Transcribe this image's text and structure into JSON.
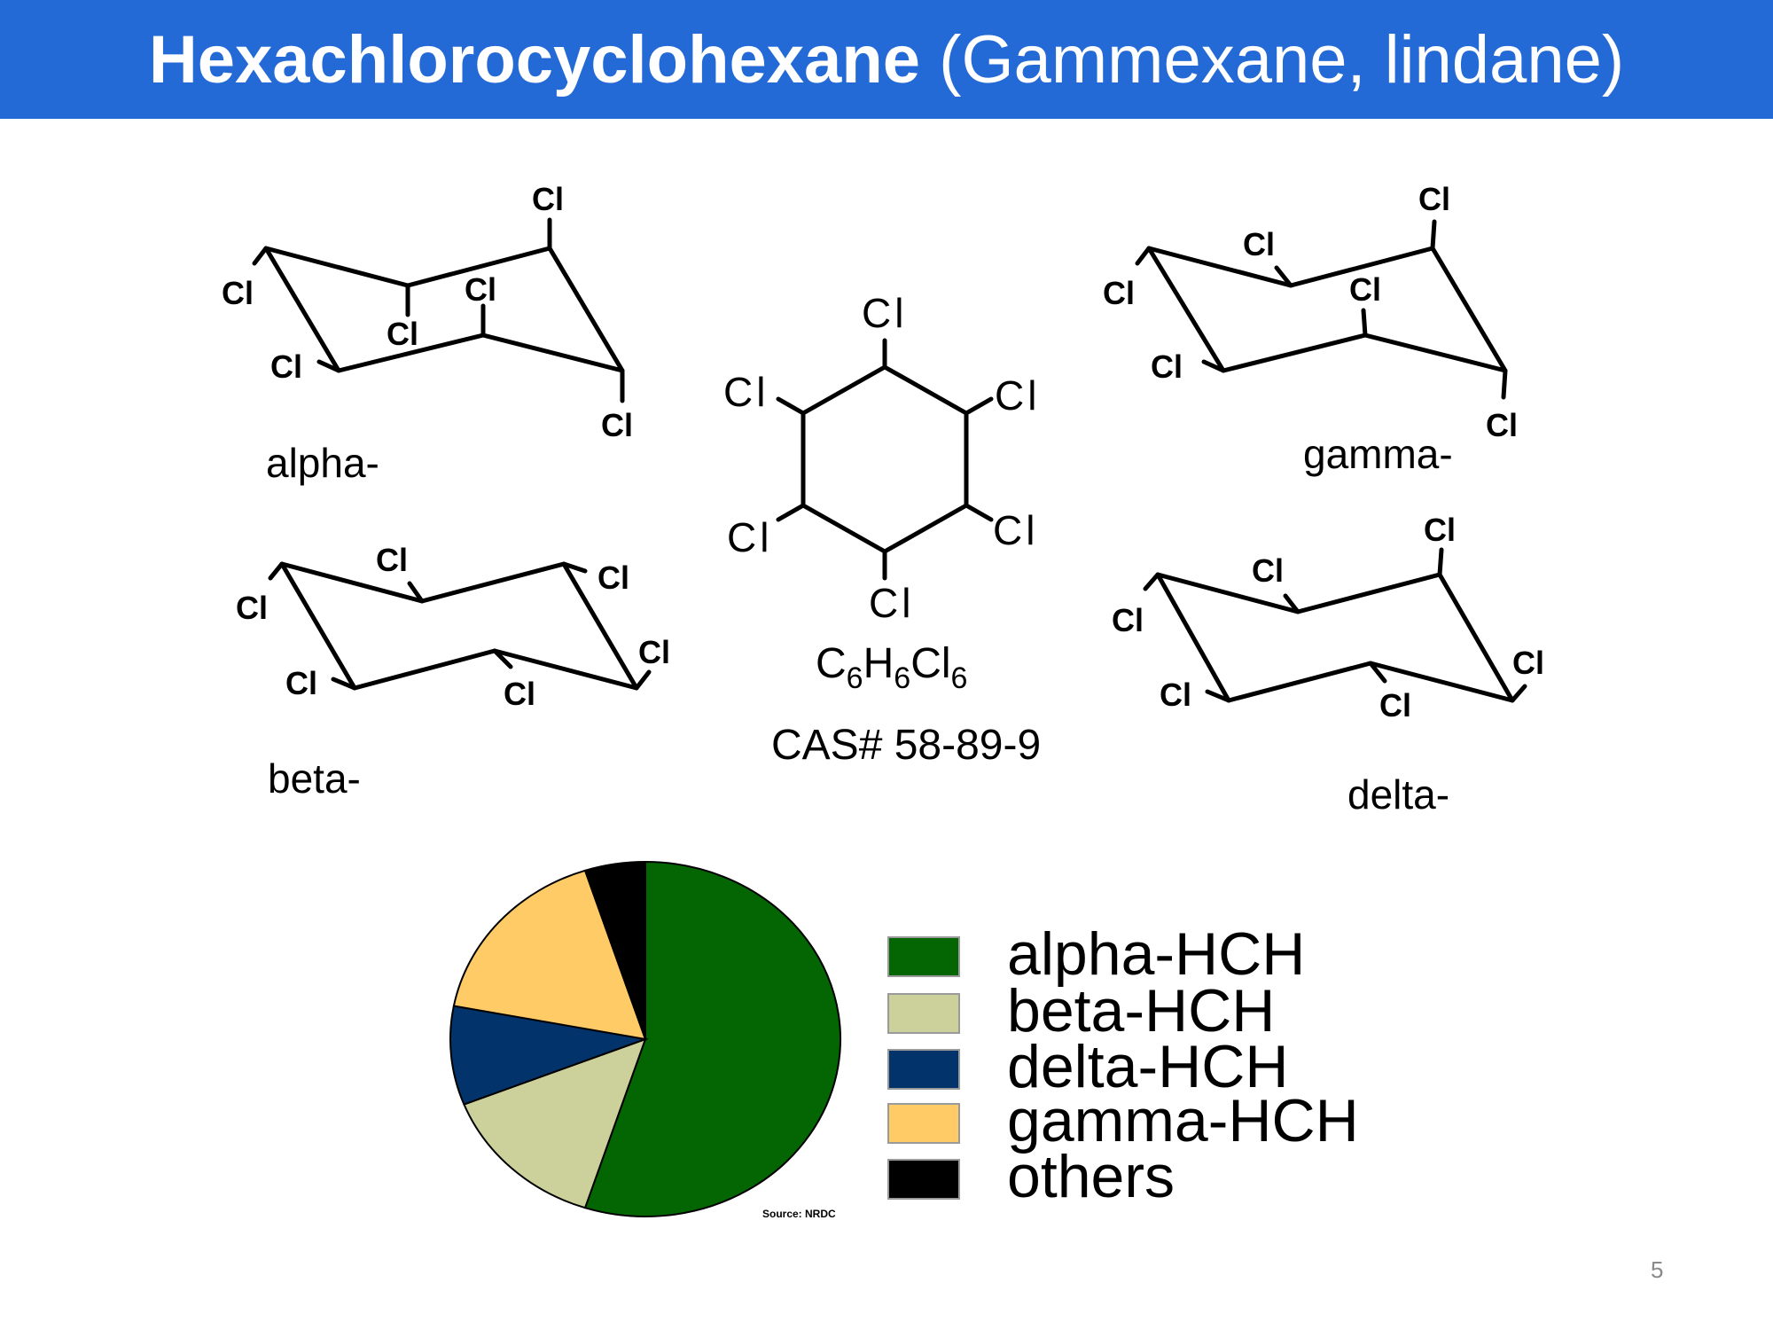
{
  "title": {
    "bold": "Hexachlorocyclohexane",
    "normal": " (Gammexane, lindane)"
  },
  "chlorine_label": "Cl",
  "isomers": {
    "alpha": "alpha-",
    "beta": "beta-",
    "gamma": "gamma-",
    "delta": "delta-"
  },
  "formula": {
    "c": "C",
    "c_sub": "6",
    "h": "H",
    "h_sub": "6",
    "cl": "Cl",
    "cl_sub": "6",
    "cas": "CAS#  58-89-9"
  },
  "chart_data": {
    "type": "pie",
    "title": "",
    "source": "Source: NRDC",
    "legend_position": "right",
    "slices": [
      {
        "label": "alpha-HCH",
        "value": 55,
        "color": "#036603"
      },
      {
        "label": "beta-HCH",
        "value": 14,
        "color": "#ccd19c"
      },
      {
        "label": "delta-HCH",
        "value": 9,
        "color": "#02346b"
      },
      {
        "label": "gamma-HCH",
        "value": 17,
        "color": "#ffcb66"
      },
      {
        "label": "others",
        "value": 5,
        "color": "#000000"
      }
    ]
  },
  "page_number": "5"
}
